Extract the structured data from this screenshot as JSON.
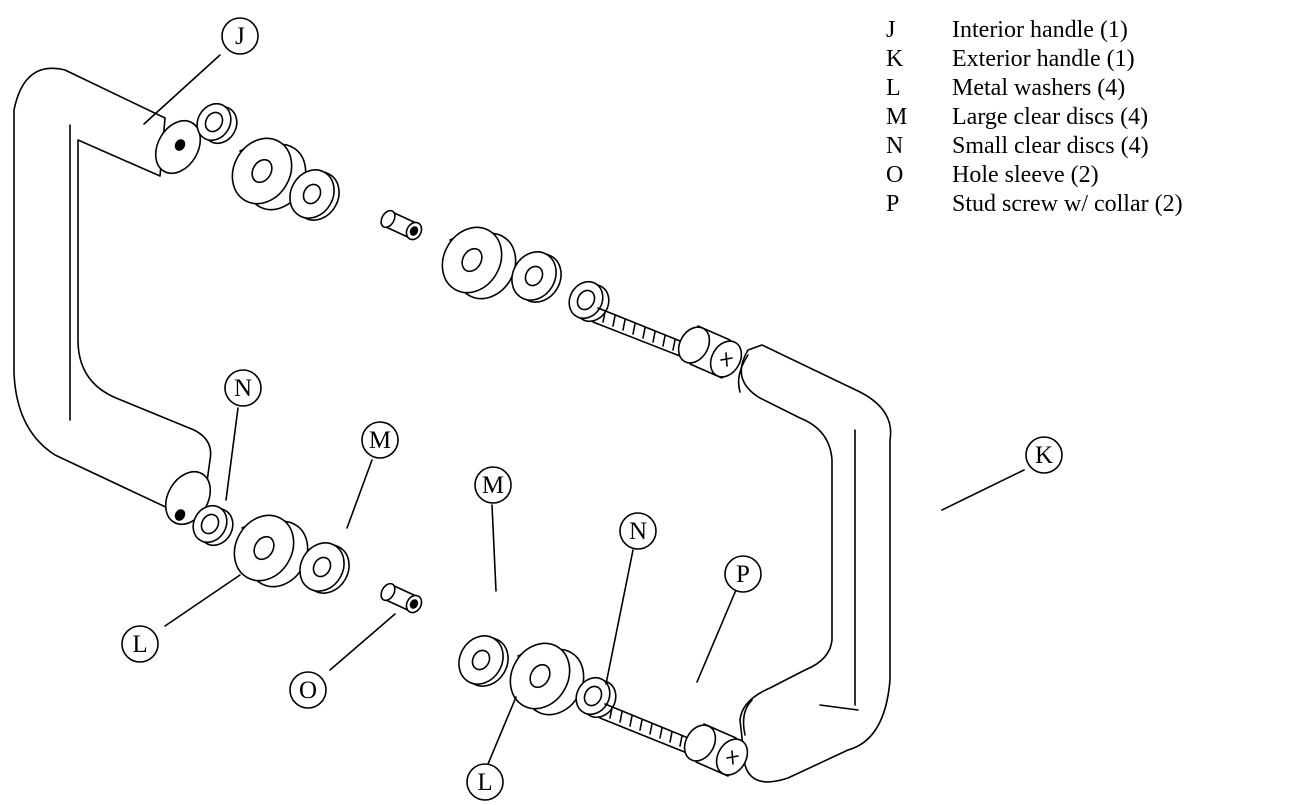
{
  "callouts": {
    "j": "J",
    "k": "K",
    "n_top": "N",
    "m_left": "M",
    "l_left": "L",
    "o": "O",
    "m_right": "M",
    "n_right": "N",
    "p": "P",
    "l_bottom": "L"
  },
  "legend": [
    {
      "letter": "J",
      "description": "Interior handle (1)"
    },
    {
      "letter": "K",
      "description": "Exterior handle (1)"
    },
    {
      "letter": "L",
      "description": "Metal washers (4)"
    },
    {
      "letter": "M",
      "description": "Large clear discs (4)"
    },
    {
      "letter": "N",
      "description": "Small clear discs (4)"
    },
    {
      "letter": "O",
      "description": "Hole sleeve (2)"
    },
    {
      "letter": "P",
      "description": "Stud screw w/ collar (2)"
    }
  ]
}
